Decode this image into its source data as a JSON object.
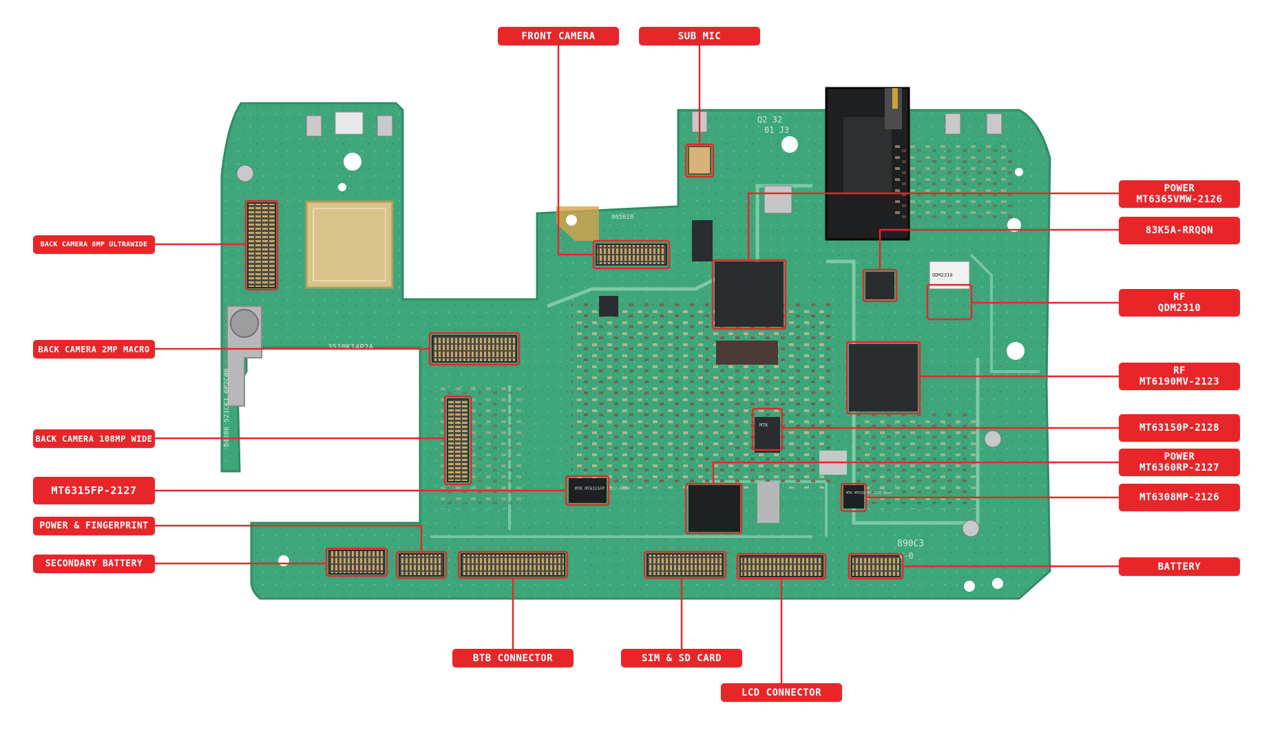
{
  "colors": {
    "label_bg": "#e8262a",
    "label_text": "#ffffff",
    "leader_line": "#e8262a",
    "board_green": "#3ea67a",
    "board_edge": "#2f8c64",
    "trace_light": "#8fd3b2",
    "chip_dark": "#2a2d2f",
    "shield_gold": "#d8c48a",
    "connector_dark": "#3a3a3a"
  },
  "labels": {
    "front_camera": "FRONT CAMERA",
    "sub_mic": "SUB MIC",
    "power_pmic_1": "POWER",
    "power_pmic_1_part": "MT6365VMW-2126",
    "part_83k5a": "83K5A-RRQQN",
    "rf_1": "RF",
    "rf_1_part": "QDM2310",
    "rf_2": "RF",
    "rf_2_part": "MT6190MV-2123",
    "mt63150p": "MT63150P-2128",
    "power_pmic_2": "POWER",
    "power_pmic_2_part": "MT6360RP-2127",
    "mt6308mp": "MT6308MP-2126",
    "battery": "BATTERY",
    "back_camera_8mp": "BACK CAMERA 8MP ULTRAWIDE",
    "back_camera_2mp": "BACK CAMERA 2MP MACRO",
    "back_camera_108mp": "BACK CAMERA 108MP WIDE",
    "mt6315fp": "MT6315FP-2127",
    "power_fingerprint": "POWER & FINGERPRINT",
    "secondary_battery": "SECONDARY BATTERY",
    "btb_connector": "BTB CONNECTOR",
    "sim_sd_card": "SIM & SD CARD",
    "lcd_connector": "LCD CONNECTOR"
  },
  "board_text": {
    "silk_1": "3510K14P2A",
    "silk_2": "890C3",
    "silk_3": "V-0",
    "silk_4": "005028",
    "silk_5": "Q2 32",
    "silk_6": "01 J3",
    "silk_side": "84286 521CK1 6P2C00",
    "chip_mt6315": "MTK MT6315FP 2127-BNGH",
    "chip_mt6308": "MTK MT6308MP 2126-BNAH",
    "chip_qdm": "QDM2310",
    "chip_mt63150": "MTK"
  }
}
